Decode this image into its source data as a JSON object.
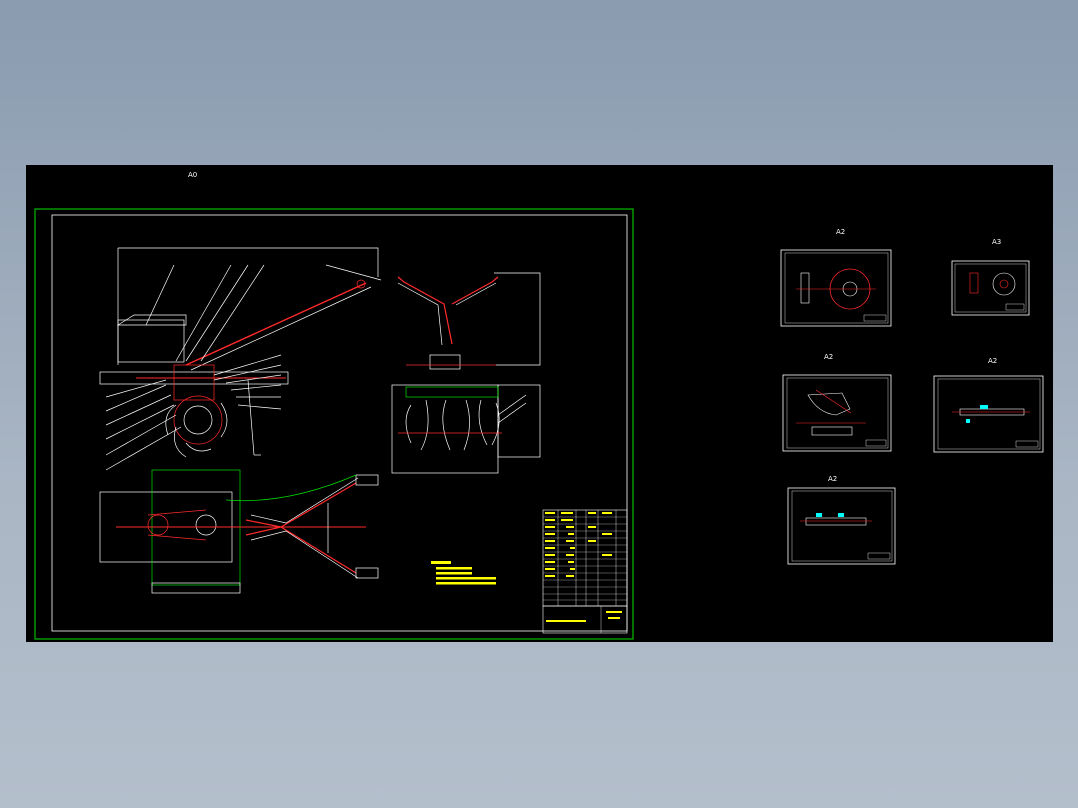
{
  "sheets": {
    "main": {
      "label": "A0"
    },
    "detail_1": {
      "label": "A2"
    },
    "detail_2": {
      "label": "A3"
    },
    "detail_3": {
      "label": "A2"
    },
    "detail_4": {
      "label": "A2"
    },
    "detail_5": {
      "label": "A2"
    }
  },
  "colors": {
    "background": "#000000",
    "line": "#ffffff",
    "accent_red": "#ff2a2a",
    "frame_green": "#00e000",
    "notes_yellow": "#ffff00",
    "dim_cyan": "#00ffff",
    "desktop": "#8a9bb0"
  }
}
